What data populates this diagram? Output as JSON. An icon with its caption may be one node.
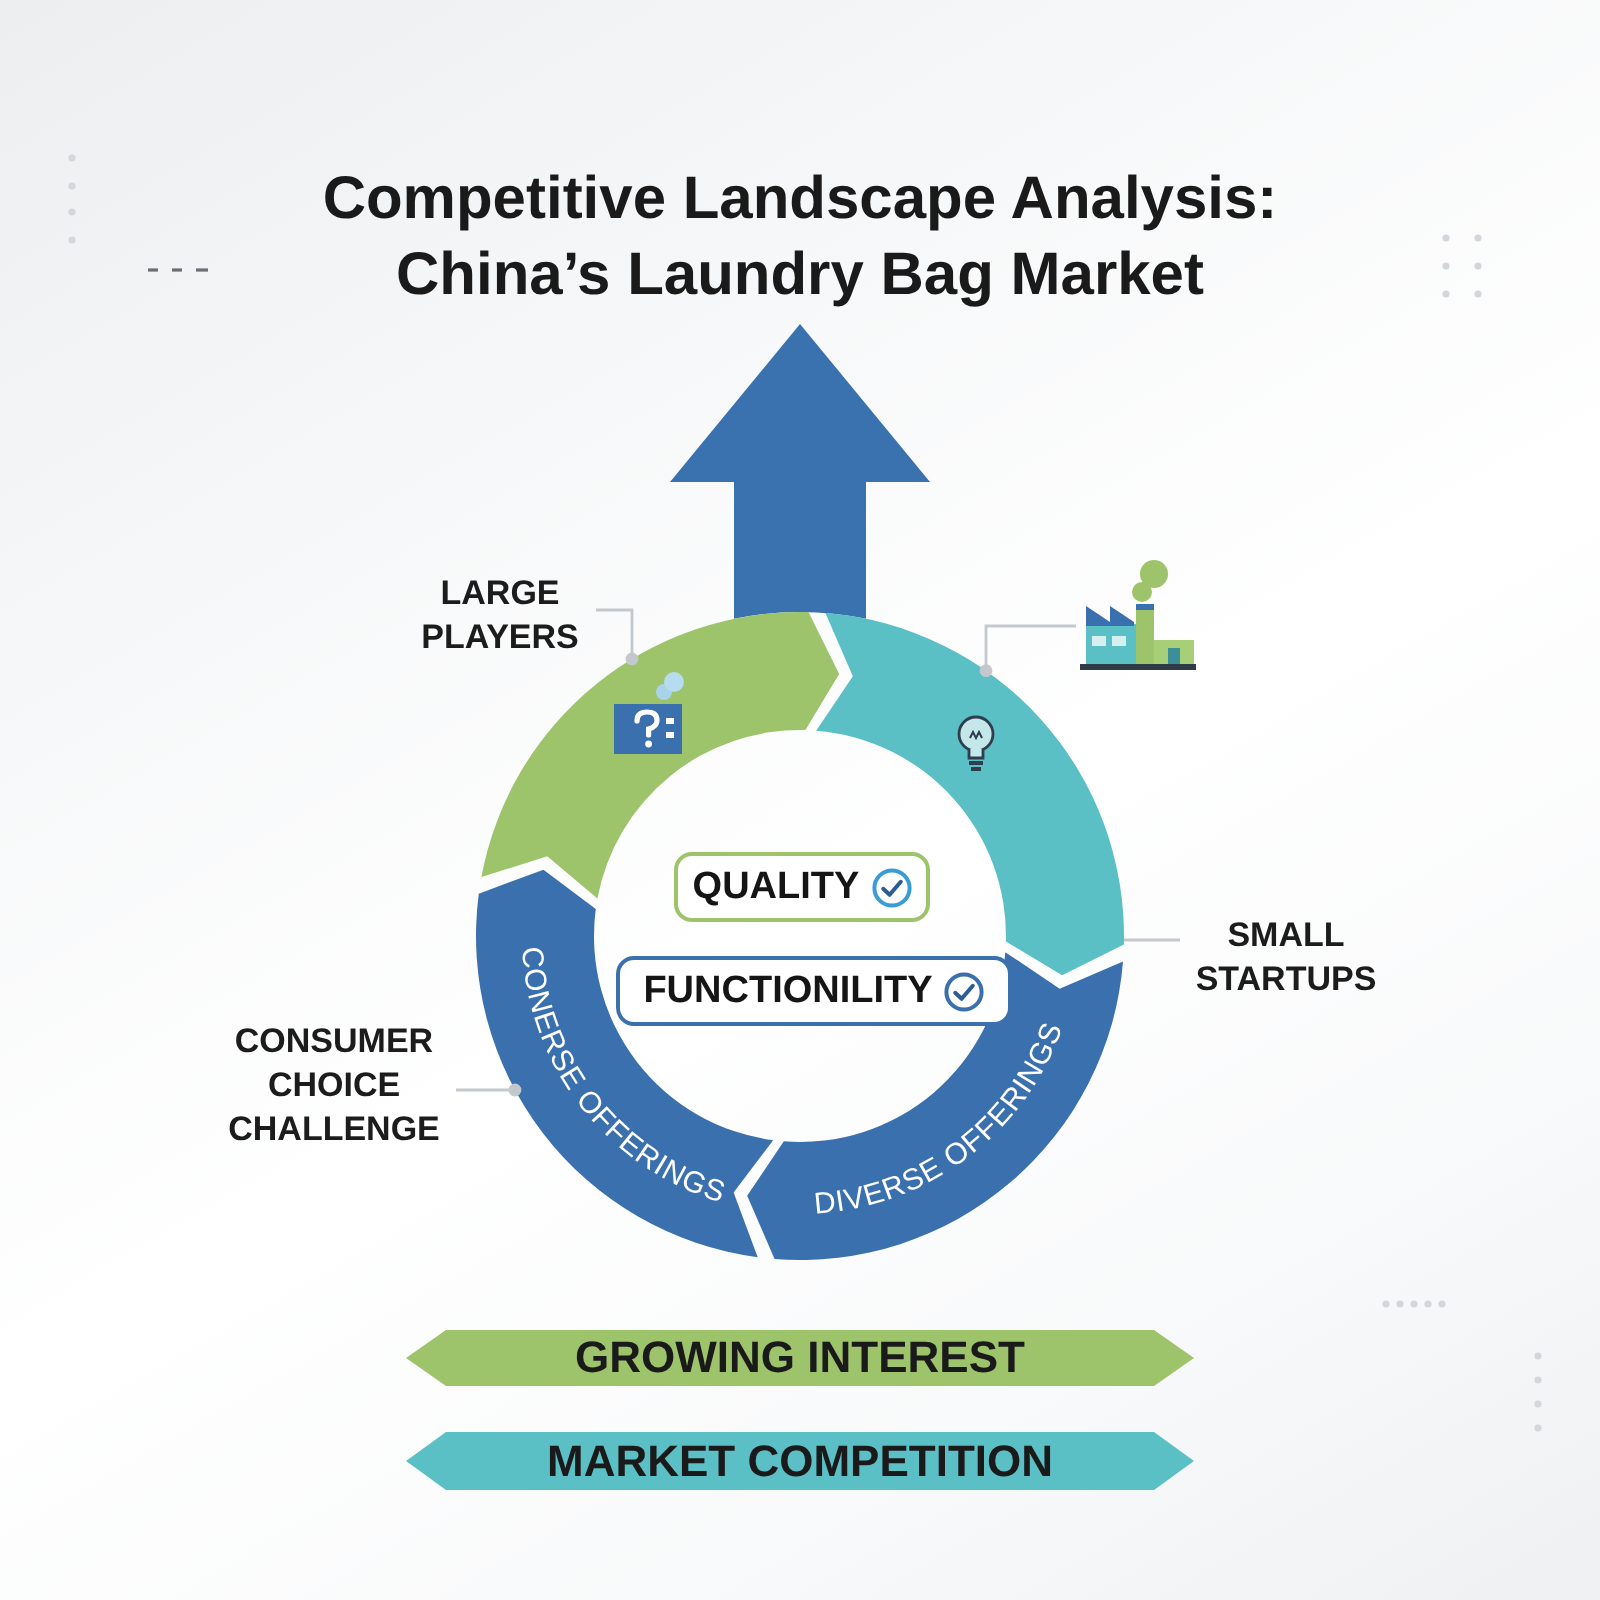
{
  "diagram": {
    "title": "Competitive Landscape Analysis: China’s Laundry Bag Market",
    "nodes": [
      {
        "text": [
          "LARGE PLAYERS"
        ]
      },
      {
        "text": [],
        "shape": "picture"
      },
      {
        "text": [],
        "shape": "arc"
      },
      {
        "text": [],
        "shape": "arc"
      },
      {
        "text": [
          "SMALL STARTUPS"
        ]
      },
      {
        "text": [
          "QUALITY"
        ]
      },
      {
        "text": [
          "FUNCTIONILITY"
        ]
      },
      {
        "text": [
          "CONSUMER CHOICE CHALLENGE"
        ]
      },
      {
        "text": [
          "CONERSE OFFERINGS"
        ]
      },
      {
        "text": [
          "DIVERSE OFFERINGS"
        ]
      },
      {
        "text": [
          "GROWING INTEREST"
        ]
      },
      {
        "text": [
          "MARKET COMPETITION"
        ]
      }
    ],
    "edges": [
      {
        "from": 0,
        "to": 2,
        "arrow": "other"
      },
      {
        "from": 1,
        "to": 3,
        "arrow": "other"
      },
      {
        "from": 4,
        "to": 3,
        "arrow": "none"
      },
      {
        "from": 7,
        "to": 8,
        "arrow": "other"
      }
    ]
  }
}
